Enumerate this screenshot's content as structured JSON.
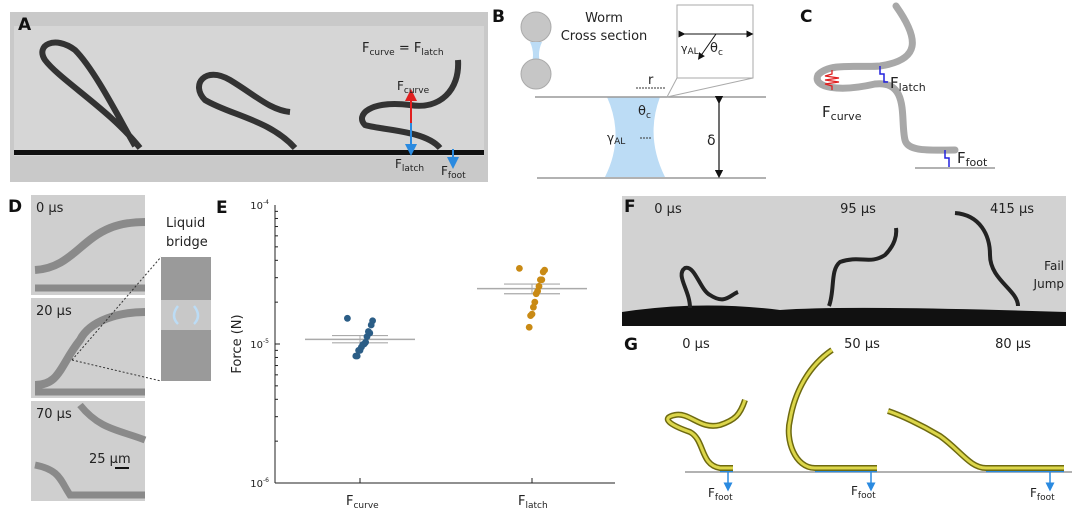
{
  "panels": {
    "A": {
      "label": "A",
      "equation": {
        "lhs": "F",
        "lhs_sub": "curve",
        "eq": " = ",
        "rhs": "F",
        "rhs_sub": "latch"
      },
      "f_curve": {
        "main": "F",
        "sub": "curve"
      },
      "f_latch": {
        "main": "F",
        "sub": "latch"
      },
      "f_foot": {
        "main": "F",
        "sub": "foot"
      }
    },
    "B": {
      "label": "B",
      "title_line1": "Worm",
      "title_line2": "Cross section",
      "r": "r",
      "theta": "θ",
      "theta_sub": "c",
      "gamma": "γ",
      "gamma_sub": "AL",
      "delta": "δ"
    },
    "C": {
      "label": "C",
      "f_curve": {
        "main": "F",
        "sub": "curve"
      },
      "f_latch": {
        "main": "F",
        "sub": "latch"
      },
      "f_foot": {
        "main": "F",
        "sub": "foot"
      }
    },
    "D": {
      "label": "D",
      "times": [
        "0 µs",
        "20 µs",
        "70 µs"
      ],
      "inset_line1": "Liquid",
      "inset_line2": "bridge",
      "scale_bar": "25 µm"
    },
    "E": {
      "label": "E"
    },
    "F": {
      "label": "F",
      "times": [
        "0 µs",
        "95 µs",
        "415 µs"
      ],
      "note_line1": "Fail",
      "note_line2": "Jump"
    },
    "G": {
      "label": "G",
      "times": [
        "0 µs",
        "50 µs",
        "80 µs"
      ],
      "f_foot": {
        "main": "F",
        "sub": "foot"
      }
    }
  },
  "colors": {
    "blue": "#2b5d86",
    "orange": "#c98a14",
    "liquid": "#bcdcf5",
    "force_red": "#e02020",
    "force_blue": "#2a8ae0",
    "latch_blue": "#2222dd",
    "rod": "#c8c020"
  },
  "chart_data": {
    "type": "scatter",
    "title": "",
    "xlabel": "",
    "ylabel": "Force (N)",
    "yscale": "log",
    "ylim": [
      1e-06,
      0.0001
    ],
    "yticks": [
      {
        "base": "10",
        "exp": "-6"
      },
      {
        "base": "10",
        "exp": "-5"
      },
      {
        "base": "10",
        "exp": "-4"
      }
    ],
    "categories": [
      {
        "main": "F",
        "sub": "curve"
      },
      {
        "main": "F",
        "sub": "latch"
      }
    ],
    "series": [
      {
        "name": "Fcurve",
        "color": "#2b5d86",
        "values": [
          1.53e-05,
          1.47e-05,
          1.37e-05,
          1.2e-05,
          1.23e-05,
          1.13e-05,
          1.03e-05,
          1e-05,
          9.9e-06,
          9.5e-06,
          9e-06,
          9e-06,
          8.2e-06,
          8.2e-06
        ],
        "mean": 1.08e-05,
        "sem": [
          1.02e-05,
          1.15e-05
        ]
      },
      {
        "name": "Flatch",
        "color": "#c98a14",
        "values": [
          3.5e-05,
          3.4e-05,
          3.3e-05,
          2.9e-05,
          2.9e-05,
          2.6e-05,
          2.4e-05,
          2.3e-05,
          2e-05,
          1.84e-05,
          1.64e-05,
          1.6e-05,
          1.32e-05
        ],
        "mean": 2.5e-05,
        "sem": [
          2.3e-05,
          2.7e-05
        ]
      }
    ]
  }
}
